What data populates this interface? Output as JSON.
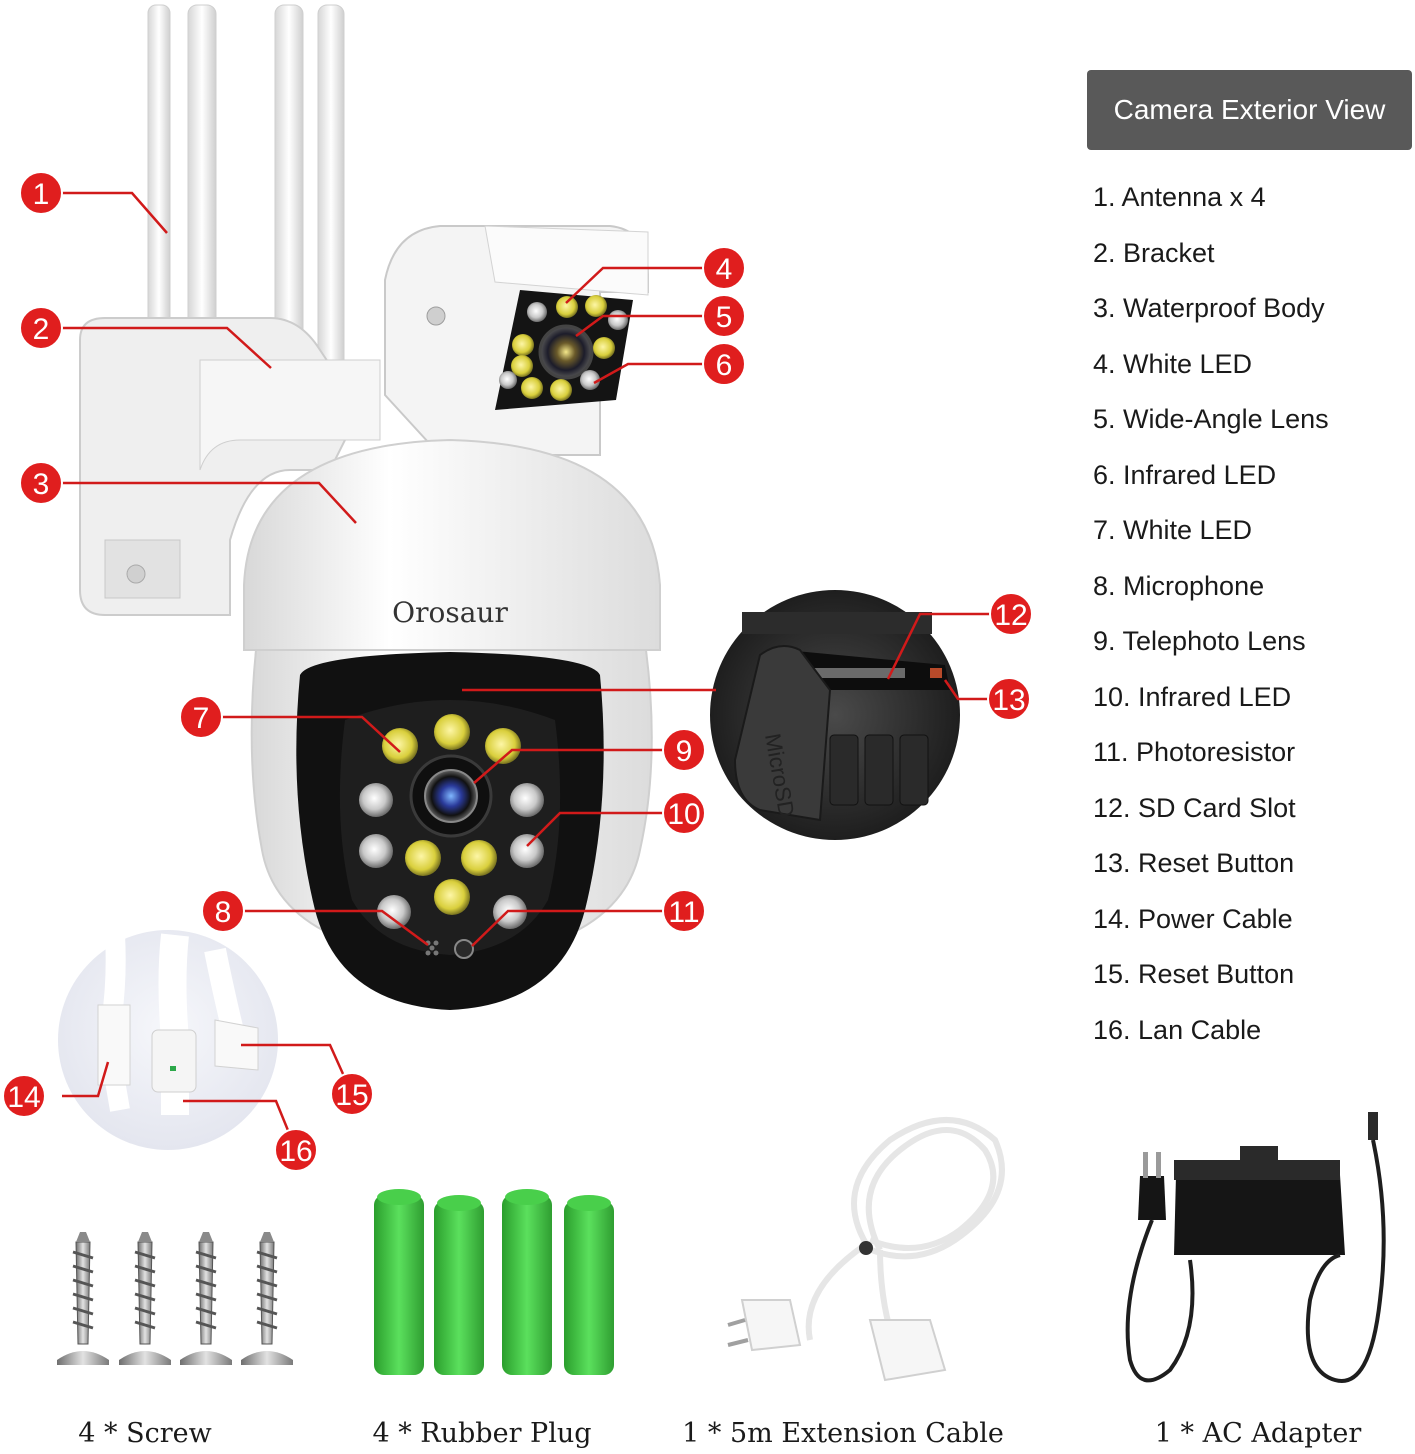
{
  "header": {
    "title": "Camera Exterior View"
  },
  "brand": {
    "name": "Orosaur",
    "card_label": "MicroSD"
  },
  "parts": [
    "1. Antenna x 4",
    "2. Bracket",
    "3. Waterproof Body",
    "4. White LED",
    "5. Wide-Angle Lens",
    "6. Infrared LED",
    "7. White LED",
    "8. Microphone",
    "9. Telephoto Lens",
    "10. Infrared LED",
    "11. Photoresistor",
    "12. SD Card Slot",
    "13. Reset Button",
    "14. Power Cable",
    "15. Reset Button",
    "16. Lan Cable"
  ],
  "callouts": [
    "1",
    "2",
    "3",
    "4",
    "5",
    "6",
    "7",
    "8",
    "9",
    "10",
    "11",
    "12",
    "13",
    "14",
    "15",
    "16"
  ],
  "accessories": [
    "4 * Screw",
    "4 * Rubber Plug",
    "1 * 5m Extension Cable",
    "1 * AC Adapter"
  ],
  "colors": {
    "callout": "#e01e1e",
    "header_bg": "#595959",
    "plug_green": "#37c23a",
    "body_white": "#f4f4f4",
    "face_black": "#111111"
  }
}
